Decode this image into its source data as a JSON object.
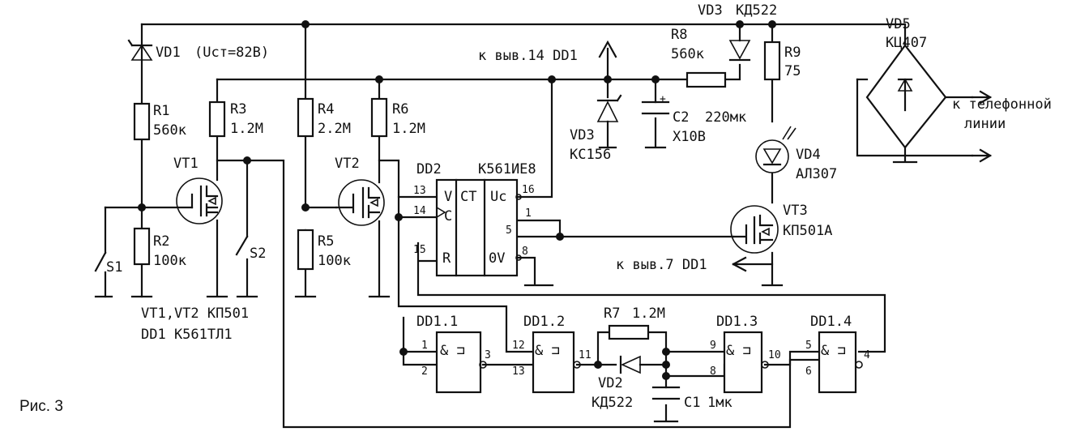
{
  "caption": "Рис. 3",
  "components": {
    "vd1": {
      "ref": "VD1",
      "value": "(Uст=82В)"
    },
    "r1": {
      "ref": "R1",
      "value": "560к"
    },
    "r2": {
      "ref": "R2",
      "value": "100к"
    },
    "r3": {
      "ref": "R3",
      "value": "1.2М"
    },
    "r4": {
      "ref": "R4",
      "value": "2.2М"
    },
    "r5": {
      "ref": "R5",
      "value": "100к"
    },
    "r6": {
      "ref": "R6",
      "value": "1.2М"
    },
    "r7": {
      "ref": "R7",
      "value": "1.2М"
    },
    "r8": {
      "ref": "R8",
      "value": "560к"
    },
    "r9": {
      "ref": "R9",
      "value": "75"
    },
    "vt1": {
      "ref": "VT1"
    },
    "vt2": {
      "ref": "VT2"
    },
    "vt3": {
      "ref": "VT3",
      "value": "КП501А"
    },
    "vd2": {
      "ref": "VD2",
      "value": "КД522"
    },
    "vd3_top": {
      "ref": "VD3",
      "value": "КД522"
    },
    "vd3_zener": {
      "ref": "VD3",
      "value": "КС156"
    },
    "vd4": {
      "ref": "VD4",
      "value": "АЛ307"
    },
    "vd5": {
      "ref": "VD5",
      "value": "КЦ407"
    },
    "c1": {
      "ref": "C1",
      "value": "1мк"
    },
    "c2": {
      "ref": "C2",
      "value": "220мк",
      "value2": "Х10В"
    },
    "s1": {
      "ref": "S1"
    },
    "s2": {
      "ref": "S2"
    },
    "dd2": {
      "ref": "DD2",
      "value": "К561ИЕ8"
    },
    "dd1_1": {
      "ref": "DD1.1"
    },
    "dd1_2": {
      "ref": "DD1.2"
    },
    "dd1_3": {
      "ref": "DD1.3"
    },
    "dd1_4": {
      "ref": "DD1.4"
    }
  },
  "notes": {
    "parts_line1": "VT1,VT2 КП501",
    "parts_line2": "DD1 К561ТЛ1",
    "to_pin14": "к выв.14 DD1",
    "to_pin7": "к выв.7 DD1",
    "phone_line1": "к телефонной",
    "phone_line2": "линии"
  },
  "counter": {
    "ct": "СТ",
    "v": "V",
    "c": "С",
    "r": "R",
    "uc": "Uс",
    "ov": "0V"
  },
  "pins": {
    "dd2_13": "13",
    "dd2_14": "14",
    "dd2_15": "15",
    "dd2_16": "16",
    "dd2_1": "1",
    "dd2_5": "5",
    "dd2_8": "8",
    "g1_1": "1",
    "g1_2": "2",
    "g1_3": "3",
    "g2_12": "12",
    "g2_13": "13",
    "g2_11": "11",
    "g3_9": "9",
    "g3_8": "8",
    "g3_10": "10",
    "g4_5": "5",
    "g4_6": "6",
    "g4_4": "4"
  },
  "gate_symbol": "& ⊐",
  "polarity_plus": "+"
}
